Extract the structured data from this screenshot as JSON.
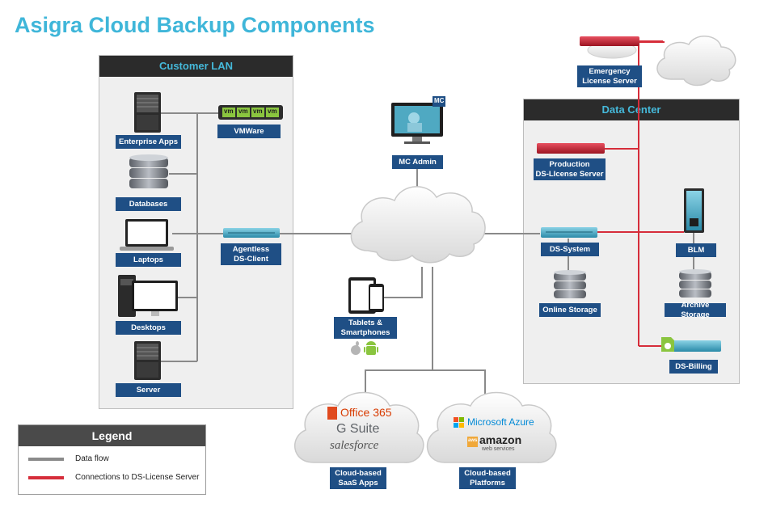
{
  "title": "Asigra Cloud Backup Components",
  "panels": {
    "customer_lan": "Customer LAN",
    "data_center": "Data Center"
  },
  "labels": {
    "enterprise_apps": "Enterprise Apps",
    "databases": "Databases",
    "laptops": "Laptops",
    "desktops": "Desktops",
    "server": "Server",
    "vmware": "VMWare",
    "vm_tag": "vm",
    "agentless_line1": "Agentless",
    "agentless_line2": "DS-Client",
    "mc_admin": "MC Admin",
    "mc_badge": "MC",
    "tablets_line1": "Tablets &",
    "tablets_line2": "Smartphones",
    "emergency_line1": "Emergency",
    "emergency_line2": "License Server",
    "production_line1": "Production",
    "production_line2": "DS-LIcense Server",
    "ds_system": "DS-System",
    "online_storage": "Online Storage",
    "blm": "BLM",
    "archive_storage": "Archive Storage",
    "ds_billing": "DS-Billing",
    "saas_line1": "Cloud-based",
    "saas_line2": "SaaS Apps",
    "platforms_line1": "Cloud-based",
    "platforms_line2": "Platforms"
  },
  "brands": {
    "office365": "Office 365",
    "gsuite": "G Suite",
    "salesforce": "salesforce",
    "microsoft_azure": "Microsoft Azure",
    "amazon": "amazon",
    "amazon_sub": "web services",
    "amazon_tag": "aws"
  },
  "legend": {
    "title": "Legend",
    "data_flow": "Data flow",
    "license_connections": "Connections to DS-License Server"
  },
  "colors": {
    "title": "#3fb6d9",
    "label_bg": "#1f4f85",
    "data_flow": "#8a8a8a",
    "license_line": "#d62d3a",
    "panel_header": "#2b2b2b"
  }
}
